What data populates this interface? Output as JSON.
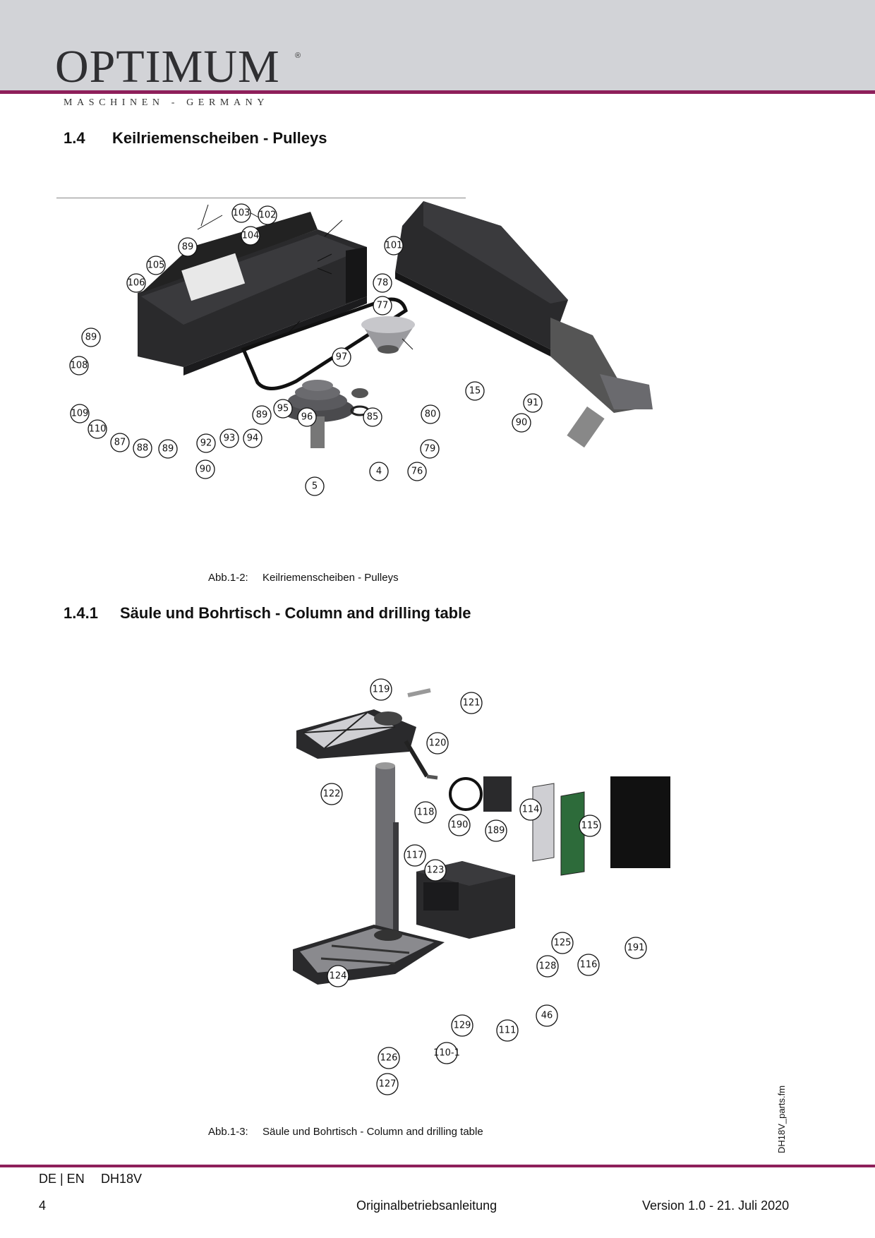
{
  "header": {
    "brand": "OPTIMUM",
    "registered": "®",
    "tagline": "MASCHINEN - GERMANY",
    "brand_color": "#8e1f5a",
    "band_color": "#d2d3d7"
  },
  "section_1": {
    "number": "1.4",
    "title": "Keilriemenscheiben - Pulleys",
    "figure_label": "Abb.1-2:",
    "figure_caption": "Keilriemenscheiben - Pulleys",
    "callouts": [
      "103",
      "102",
      "104",
      "89",
      "101",
      "105",
      "106",
      "78",
      "77",
      "89",
      "108",
      "97",
      "15",
      "109",
      "110",
      "89",
      "95",
      "96",
      "85",
      "80",
      "91",
      "90",
      "87",
      "88",
      "89",
      "92",
      "93",
      "94",
      "79",
      "90",
      "4",
      "76",
      "5"
    ]
  },
  "section_2": {
    "number": "1.4.1",
    "title": "Säule und Bohrtisch - Column and drilling table",
    "figure_label": "Abb.1-3:",
    "figure_caption": "Säule und Bohrtisch - Column and drilling table",
    "callouts": [
      "119",
      "121",
      "120",
      "122",
      "118",
      "114",
      "190",
      "189",
      "115",
      "117",
      "123",
      "125",
      "191",
      "128",
      "116",
      "124",
      "46",
      "129",
      "111",
      "110-1",
      "126",
      "127"
    ]
  },
  "side_file": "DH18V_parts.fm",
  "footer": {
    "lang": "DE | EN",
    "model": "DH18V",
    "page": "4",
    "doc_title": "Originalbetriebsanleitung",
    "version": "Version 1.0 - 21. Juli 2020"
  }
}
